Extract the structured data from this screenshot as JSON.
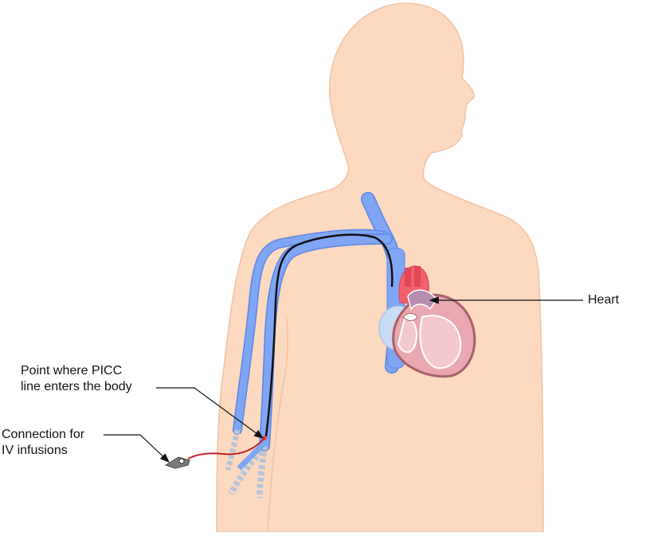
{
  "colors": {
    "skin": "#fcd9bf",
    "skin_outline": "#f2c2a2",
    "vein": "#7fa6f5",
    "vein_edge": "#5b86e6",
    "catheter": "#111111",
    "artery": "#f0606e",
    "heart_muscle": "#e9a8b0",
    "heart_chamber": "#f4c9cd",
    "heart_dark": "#a8606a",
    "atrium": "#c9dcf5",
    "iv_tube": "#c0222a",
    "connector": "#7a7a7a",
    "leader": "#111111"
  },
  "labels": {
    "heart": "Heart",
    "entry_point": [
      "Point where PICC",
      "line enters the body"
    ],
    "connection": [
      "Connection for",
      "IV infusions"
    ]
  },
  "icons": {
    "connector": "iv-connector-icon"
  }
}
